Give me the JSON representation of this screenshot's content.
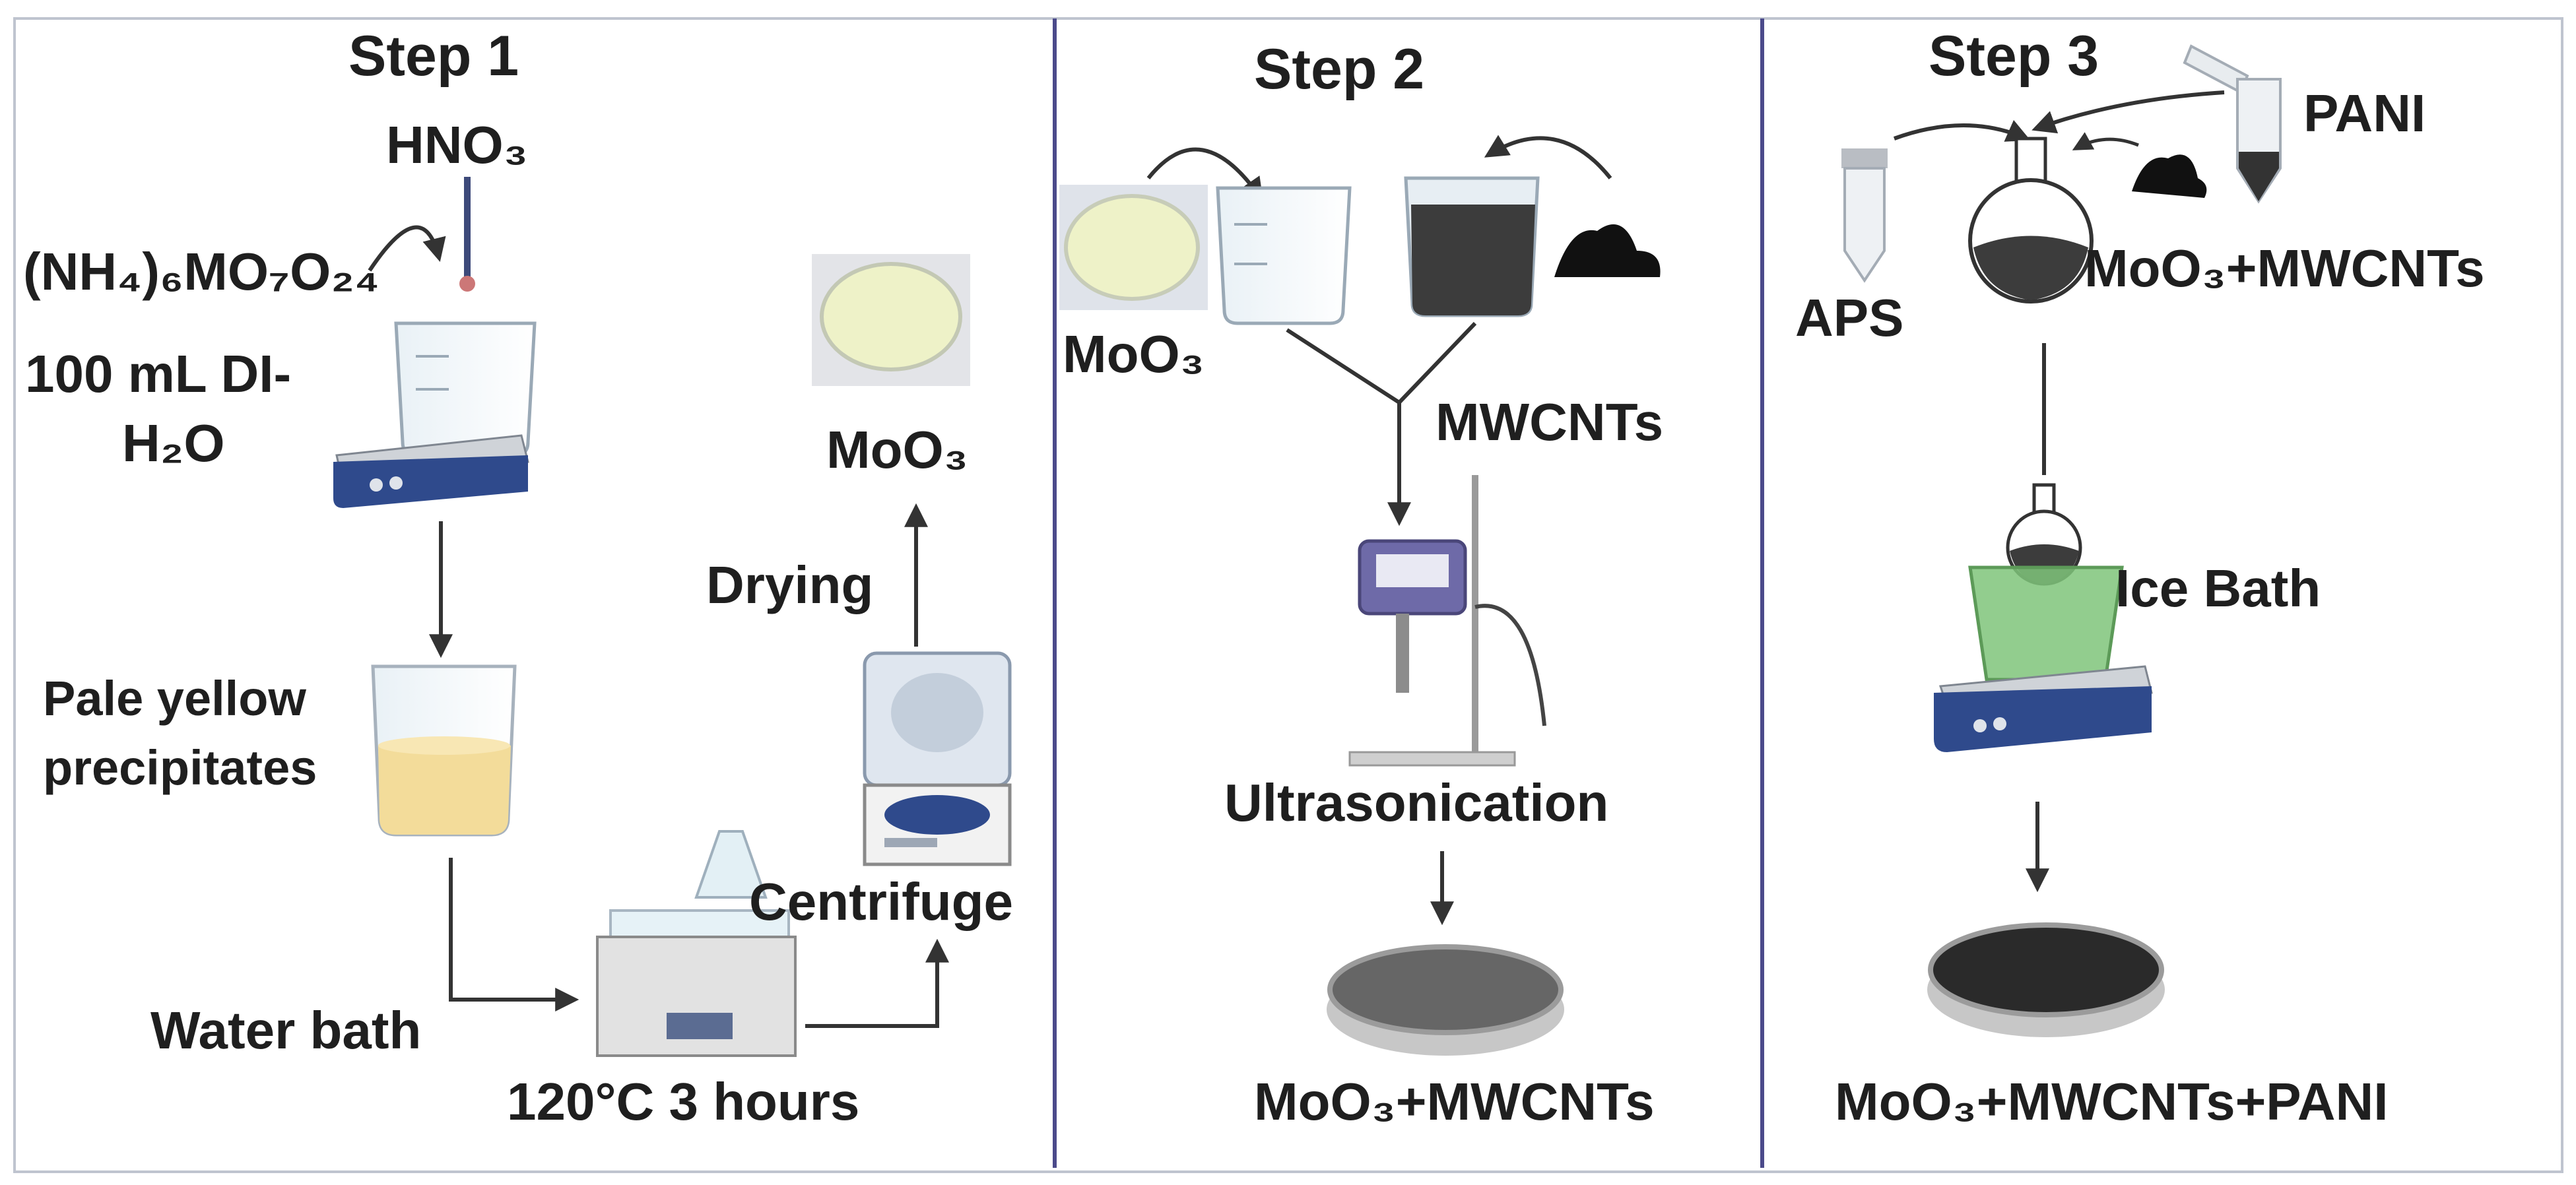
{
  "step1": {
    "title": "Step 1",
    "reagent_hno3": "HNO₃",
    "precursor": "(NH₄)₆MO₇O₂₄",
    "solvent_line1": "100 mL DI-",
    "solvent_line2": "H₂O",
    "precipitate_line1": "Pale yellow",
    "precipitate_line2": "precipitates",
    "water_bath": "Water bath",
    "conditions": "120°C 3 hours",
    "centrifuge": "Centrifuge",
    "drying": "Drying",
    "product": "MoO₃"
  },
  "step2": {
    "title": "Step 2",
    "moo3": "MoO₃",
    "mwcnts": "MWCNTs",
    "ultrasonication": "Ultrasonication",
    "product": "MoO₃+MWCNTs"
  },
  "step3": {
    "title": "Step 3",
    "pani": "PANI",
    "aps": "APS",
    "mixture": "MoO₃+MWCNTs",
    "ice_bath": "Ice Bath",
    "product": "MoO₃+MWCNTs+PANI"
  },
  "colors": {
    "divider": "#4b4a8a",
    "arrow": "#333333",
    "precipitate": "#f3dc9a",
    "moo3_powder": "#eef2c8",
    "dark_liquid": "#3c3c3c",
    "hotplate": "#2f4a8c",
    "ice_bucket": "#7fc47a",
    "sonicator": "#6e6aa8"
  }
}
